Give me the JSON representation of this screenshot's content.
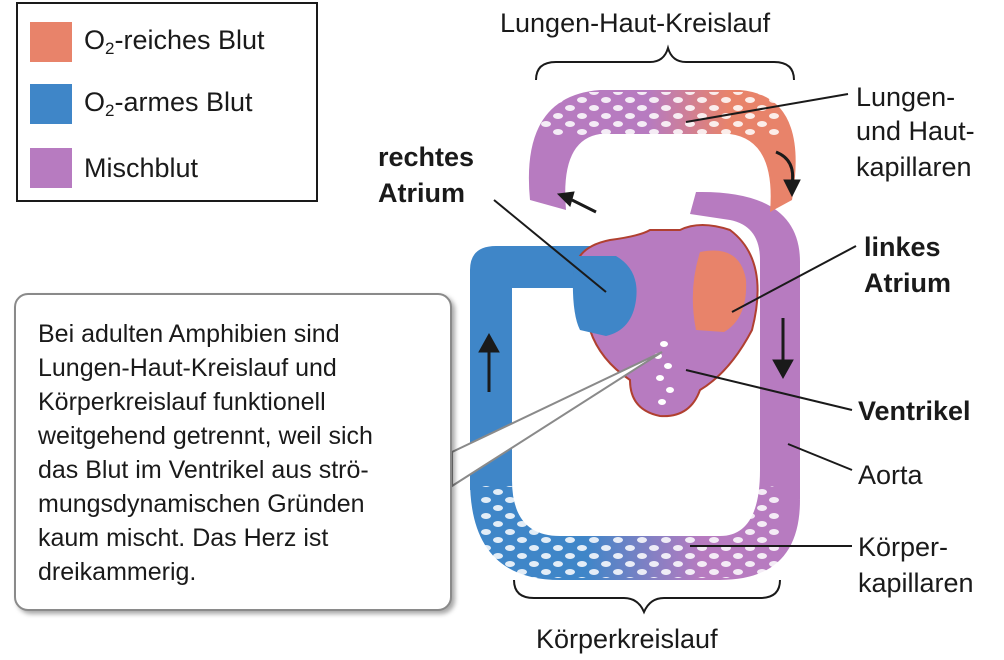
{
  "legend": {
    "items": [
      {
        "prefix": "O",
        "sub": "2",
        "suffix": "-reiches Blut",
        "color": "#e8836a"
      },
      {
        "prefix": "O",
        "sub": "2",
        "suffix": "-armes Blut",
        "color": "#3f86c8"
      },
      {
        "prefix": "",
        "sub": "",
        "suffix": "Mischblut",
        "color": "#b77bc0"
      }
    ]
  },
  "labels": {
    "lung_circuit": "Lungen-Haut-Kreislauf",
    "lung_cap_1": "Lungen-",
    "lung_cap_2": "und Haut-",
    "lung_cap_3": "kapillaren",
    "right_atrium_1": "rechtes",
    "right_atrium_2": "Atrium",
    "left_atrium_1": "linkes",
    "left_atrium_2": "Atrium",
    "ventricle": "Ventrikel",
    "aorta": "Aorta",
    "body_cap_1": "Körper-",
    "body_cap_2": "kapillaren",
    "body_circuit": "Körperkreislauf"
  },
  "callout": {
    "lines": [
      "Bei adulten Amphibien sind",
      "Lungen-Haut-Kreislauf und",
      "Körperkreislauf funktionell",
      "weitgehend getrennt, weil sich",
      "das Blut im Ventrikel aus strö-",
      "mungsdynamischen Gründen",
      "kaum mischt. Das Herz ist",
      "dreikammerig."
    ]
  },
  "colors": {
    "oxygen_rich": "#e8836a",
    "oxygen_poor": "#3f86c8",
    "mixed": "#b77bc0",
    "outline": "#b04030"
  }
}
